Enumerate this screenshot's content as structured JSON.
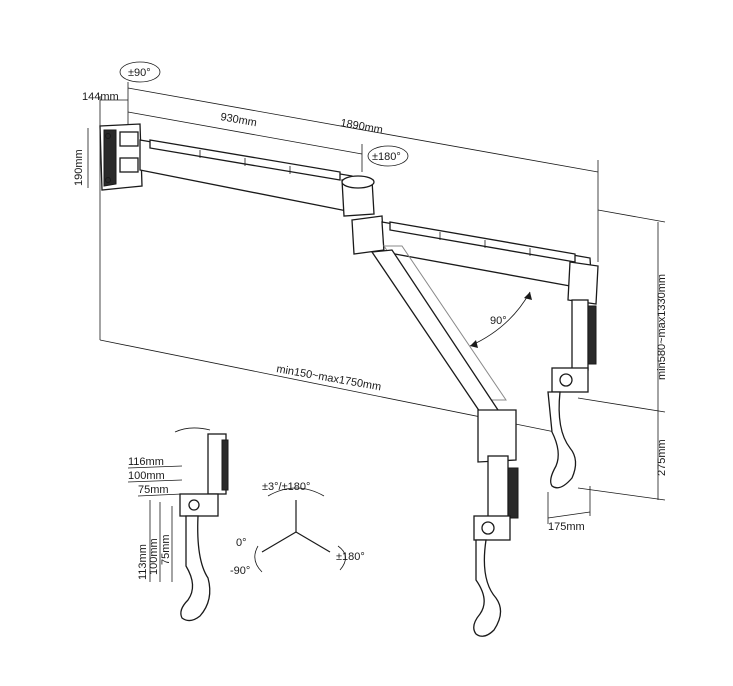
{
  "labels": {
    "rot_base": "±90°",
    "width_144": "144mm",
    "height_190": "190mm",
    "len_930": "930mm",
    "len_1890": "1890mm",
    "rot_joint": "±180°",
    "angle_90": "90°",
    "range_horizontal": "min150~max1750mm",
    "range_vertical": "min580~max1330mm",
    "len_275": "275mm",
    "len_175": "175mm",
    "vesa_116": "116mm",
    "vesa_100": "100mm",
    "vesa_75": "75mm",
    "vesa_113": "113mm",
    "vesa_100b": "100mm",
    "vesa_75b": "75mm",
    "tilt_swivel": "±3°/±180°",
    "tilt_0": "0°",
    "tilt_neg90": "-90°",
    "rot_180_right": "±180°"
  }
}
